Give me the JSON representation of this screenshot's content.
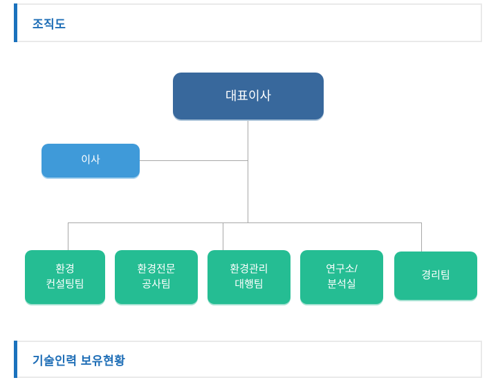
{
  "sections": {
    "orgchart": {
      "title": "조직도"
    },
    "tech": {
      "title": "기술인력 보유현황"
    }
  },
  "orgchart": {
    "root": {
      "label": "대표이사"
    },
    "side": {
      "label": "이사"
    },
    "teams": [
      {
        "label": "환경\n컨설팅팀"
      },
      {
        "label": "환경전문\n공사팀"
      },
      {
        "label": "환경관리\n대행팀"
      },
      {
        "label": "연구소/\n분석실"
      },
      {
        "label": "경리팀"
      }
    ]
  },
  "colors": {
    "accent": "#1b72bd",
    "title_text": "#1d6db6",
    "header_border": "#e9e9e9",
    "root_box": "#38689c",
    "side_box": "#3f9ad9",
    "team_box": "#25bd93",
    "line": "#a6a6a6"
  }
}
